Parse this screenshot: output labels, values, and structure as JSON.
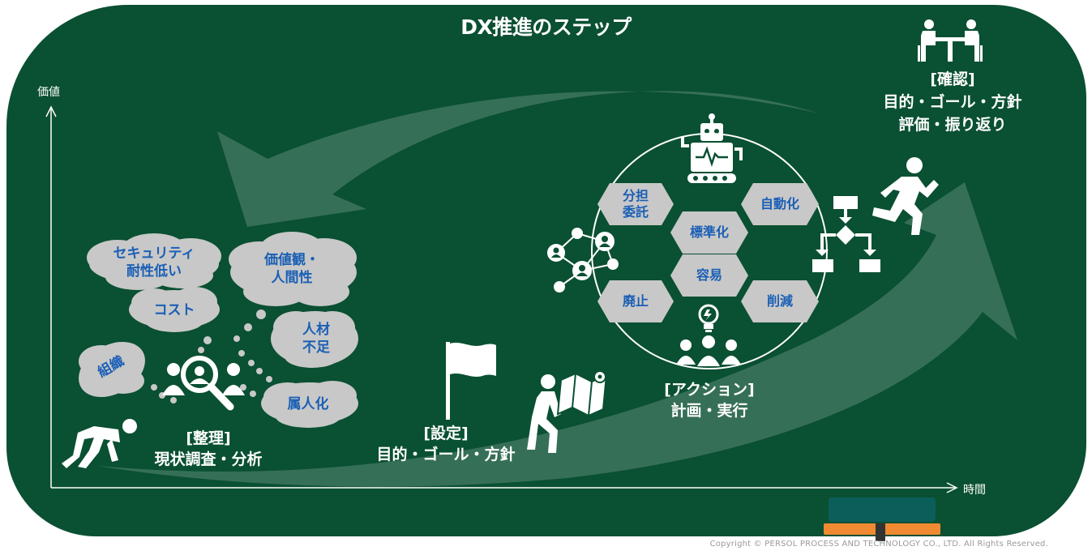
{
  "title": "DX推進のステップ",
  "axis": {
    "y_label": "価値",
    "x_label": "時間"
  },
  "steps": {
    "organize": {
      "tag": "[整理]",
      "text": "現状調査・分析"
    },
    "set": {
      "tag": "[設定]",
      "text": "目的・ゴール・方針"
    },
    "action": {
      "tag": "[アクション]",
      "text": "計画・実行"
    },
    "confirm": {
      "tag": "[確認]",
      "line1": "目的・ゴール・方針",
      "line2": "評価・振り返り"
    }
  },
  "clouds": {
    "security_1": "セキュリティ",
    "security_2": "耐性低い",
    "values_1": "価値観・",
    "values_2": "人間性",
    "cost": "コスト",
    "talent_1": "人材",
    "talent_2": "不足",
    "org": "組織",
    "person": "属人化"
  },
  "hexagons": {
    "delegate_1": "分担",
    "delegate_2": "委託",
    "automate": "自動化",
    "standardize": "標準化",
    "easy": "容易",
    "abolish": "廃止",
    "reduce": "削減"
  },
  "copyright": "Copyright © PERSOL PROCESS AND TECHNOLOGY CO., LTD. All Rights Reserved.",
  "colors": {
    "board": "#0a5032",
    "label_blue": "#1a5fb5",
    "cloud_gray": "#c8c8c8",
    "book_teal": "#0b5e5a",
    "book_orange": "#f08a32"
  }
}
